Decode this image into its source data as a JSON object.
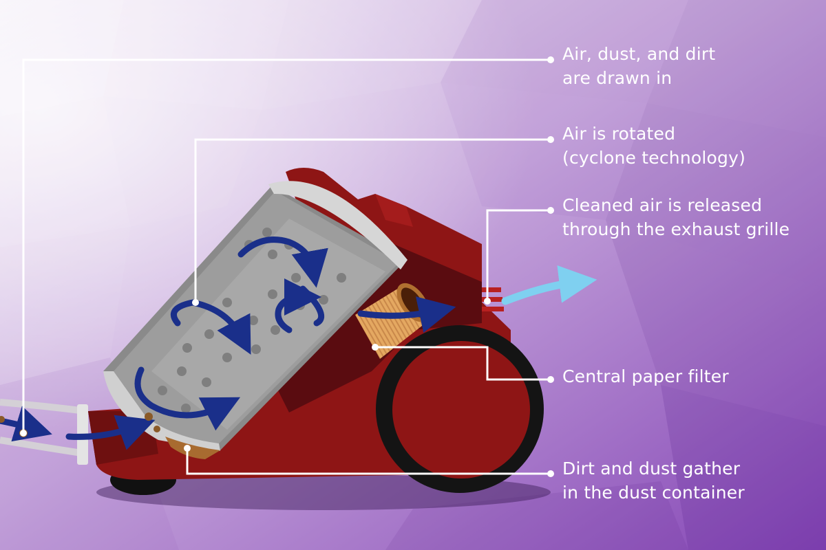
{
  "labels": {
    "intake": {
      "line1": "Air, dust, and dirt",
      "line2": "are drawn in"
    },
    "cyclone": {
      "line1": "Air is rotated",
      "line2": "(cyclone technology)"
    },
    "exhaust": {
      "line1": "Cleaned air is released",
      "line2": "through the exhaust grille"
    },
    "filter": {
      "line1": "Central paper filter"
    },
    "container": {
      "line1": "Dirt and dust gather",
      "line2": "in the dust container"
    }
  },
  "colors": {
    "background_light": "#ece2f2",
    "background_dark": "#8a4fb8",
    "vacuum_red": "#8e1515",
    "vacuum_dark_red": "#5a0c10",
    "canister_gray": "#9a9a9a",
    "arrow_blue": "#1a2f8a",
    "exhaust_arrow": "#7fd0f0",
    "filter_tan": "#e2a35c",
    "leader_line": "#ffffff"
  }
}
